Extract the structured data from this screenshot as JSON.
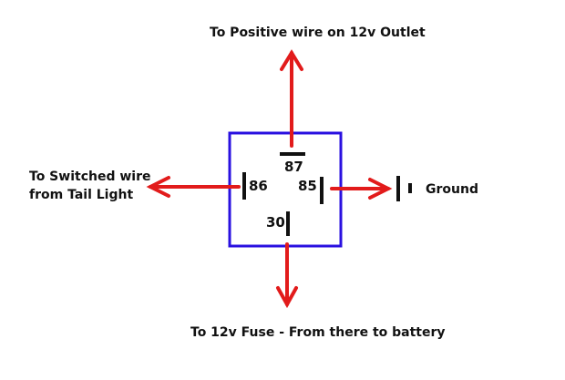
{
  "diagram": {
    "title": "Relay wiring diagram",
    "colors": {
      "relay_box": "#2a10e0",
      "wire_arrow": "#e21b1b",
      "pin_bar": "#111111",
      "text": "#111111"
    },
    "relay": {
      "pins": [
        {
          "id": "87",
          "label": "87"
        },
        {
          "id": "86",
          "label": "86"
        },
        {
          "id": "85",
          "label": "85"
        },
        {
          "id": "30",
          "label": "30"
        }
      ]
    },
    "labels": {
      "top": "To Positive wire on 12v Outlet",
      "left_line1": "To Switched wire",
      "left_line2": "from Tail Light",
      "right": "Ground",
      "bottom": "To 12v Fuse - From there to battery"
    },
    "connections": [
      {
        "pin": "87",
        "direction": "up",
        "to": "To Positive wire on 12v Outlet"
      },
      {
        "pin": "86",
        "direction": "left",
        "to": "To Switched wire from Tail Light"
      },
      {
        "pin": "85",
        "direction": "right",
        "to": "Ground"
      },
      {
        "pin": "30",
        "direction": "down",
        "to": "To 12v Fuse - From there to battery"
      }
    ]
  }
}
